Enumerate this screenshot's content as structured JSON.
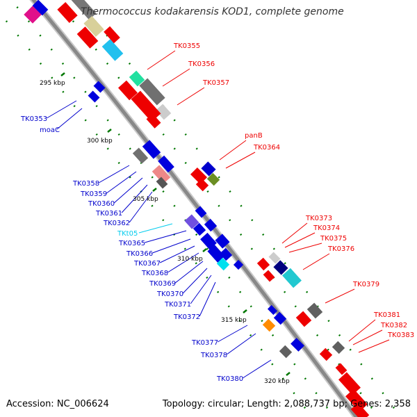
{
  "title": "Thermococcus kodakarensis KOD1, complete genome",
  "accession": "Accession: NC_006624",
  "summary": "Topology: circular; Length: 2,088,737 bp; Genes: 2,358",
  "colors": {
    "backbone": "#888888",
    "forward_label": "#ee0000",
    "reverse_label": "#0000cc",
    "rna_label": "#00ccee",
    "tick": "#007700",
    "scale_text": "#000000"
  },
  "scale_ticks": [
    "295 kbp",
    "300 kbp",
    "305 kbp",
    "310 kbp",
    "315 kbp",
    "320 kbp"
  ],
  "forward_genes": [
    "TK0355",
    "TK0356",
    "TK0357",
    "panB",
    "TK0364",
    "TK0373",
    "TK0374",
    "TK0375",
    "TK0376",
    "TK0379",
    "TK0381",
    "TK0382",
    "TK0383"
  ],
  "reverse_genes": [
    "TK0353",
    "moaC",
    "TK0358",
    "TK0359",
    "TK0360",
    "TK0361",
    "TK0362",
    "TKt05",
    "TK0365",
    "TK0366",
    "TK0367",
    "TK0368",
    "TK0369",
    "TK0370",
    "TK0371",
    "TK0372",
    "TK0377",
    "TK0378",
    "TK0380"
  ]
}
